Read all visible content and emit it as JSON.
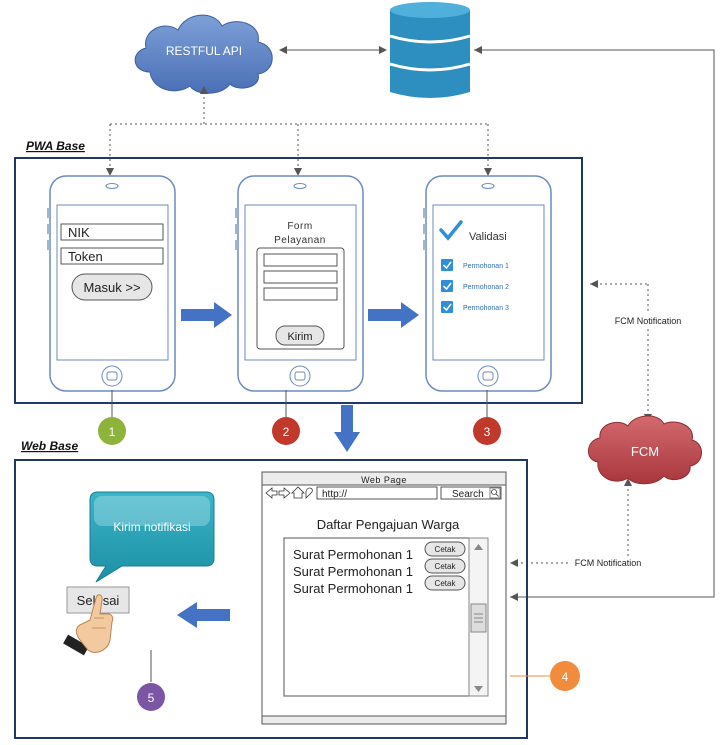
{
  "top": {
    "api_label": "RESTFUL API"
  },
  "pwa": {
    "section_label": "PWA Base",
    "phone1": {
      "nik_label": "NIK",
      "token_label": "Token",
      "login_button": "Masuk >>"
    },
    "phone2": {
      "form_title_line1": "Form",
      "form_title_line2": "Pelayanan",
      "send_button": "Kirim"
    },
    "phone3": {
      "validation_label": "Validasi",
      "items": [
        "Permohonan 1",
        "Permohonan 2",
        "Permohonan 3"
      ]
    },
    "step_numbers": [
      "1",
      "2",
      "3"
    ]
  },
  "fcm": {
    "cloud_label": "FCM",
    "notification_label_top": "FCM Notification",
    "notification_label_bottom": "FCM Notification"
  },
  "web": {
    "section_label": "Web Base",
    "bubble_text": "Kirim notifikasi",
    "done_button": "Selesai",
    "step5": "5",
    "step4": "4",
    "browser": {
      "window_title": "Web Page",
      "url_text": "http://",
      "search_label": "Search",
      "page_title": "Daftar Pengajuan Warga",
      "rows": [
        "Surat Permohonan 1",
        "Surat Permohonan 1",
        "Surat Permohonan 1"
      ],
      "print_button": "Cetak"
    }
  },
  "colors": {
    "frame": "#1f3864",
    "arrow_blue": "#4472c4",
    "step1": "#8db33b",
    "step2": "#c0392b",
    "step3": "#c0392b",
    "step4": "#f08c3c",
    "step5": "#7b56a5",
    "cloud_api": "#5b82c5",
    "cloud_fcm": "#c0454a",
    "database": "#2c8fbf",
    "bubble": "#27a3b8",
    "check": "#2f8fd8"
  }
}
